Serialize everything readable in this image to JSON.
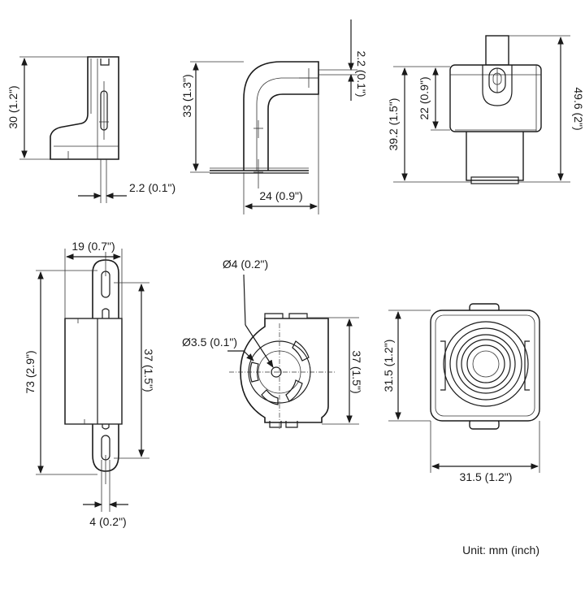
{
  "dimensions": {
    "side_height": "30 (1.2\")",
    "side_thickness": "2.2 (0.1\")",
    "bracket_height": "33 (1.3\")",
    "bracket_top_offset": "2.2 (0.1\")",
    "bracket_depth": "24 (0.9\")",
    "camera_upper": "22 (0.9\")",
    "camera_lower": "39.2 (1.5\")",
    "camera_total": "49.6 (2\")",
    "plate_width": "19 (0.7\")",
    "plate_total": "73 (2.9\")",
    "plate_mid": "37 (1.5\")",
    "plate_slot": "4 (0.2\")",
    "hole_big": "Ø4 (0.2\")",
    "hole_small": "Ø3.5 (0.1\")",
    "mount_span": "37 (1.5\")",
    "front_height": "31.5 (1.2\")",
    "front_width": "31.5 (1.2\")"
  },
  "unit_note": "Unit: mm (inch)"
}
